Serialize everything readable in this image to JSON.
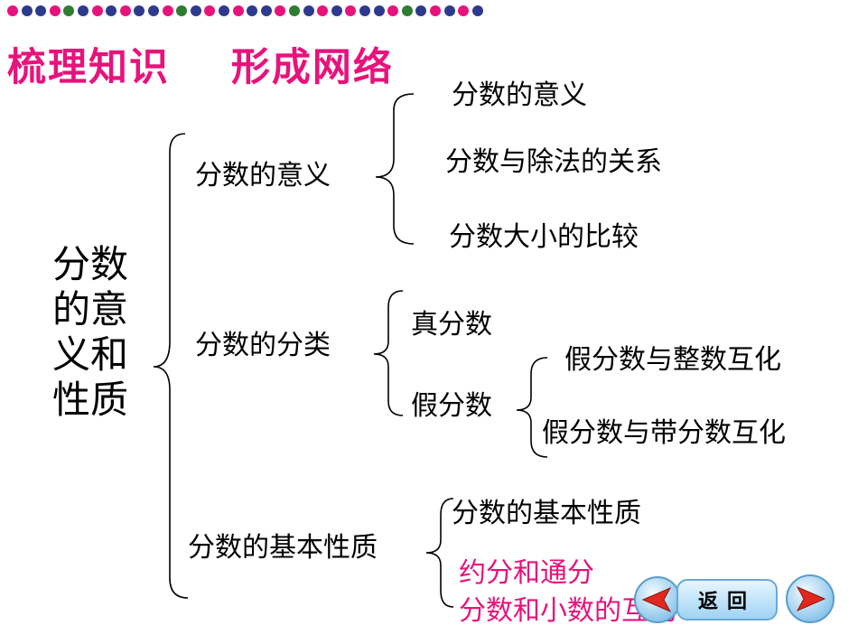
{
  "colors": {
    "accent": "#e8127c",
    "dot_palette": [
      "#e8127c",
      "#2e3a8c",
      "#2e3a8c",
      "#e8127c",
      "#2e7d32",
      "#2e3a8c",
      "#e8127c",
      "#2e3a8c"
    ]
  },
  "header": {
    "title": "梳理知识    形成网络"
  },
  "root": {
    "label": "分数的意义和性质"
  },
  "branches": [
    {
      "label": "分数的意义",
      "children": [
        "分数的意义",
        "分数与除法的关系",
        "分数大小的比较"
      ]
    },
    {
      "label": "分数的分类",
      "children": [
        {
          "label": "真分数"
        },
        {
          "label": "假分数",
          "children": [
            "假分数与整数互化",
            "假分数与带分数互化"
          ]
        }
      ]
    },
    {
      "label": "分数的基本性质",
      "children": [
        "分数的基本性质",
        "约分和通分",
        "分数和小数的互化"
      ]
    }
  ],
  "nav": {
    "prev_icon": "left-arrow-icon",
    "back_label": "返回",
    "next_icon": "right-arrow-icon"
  }
}
